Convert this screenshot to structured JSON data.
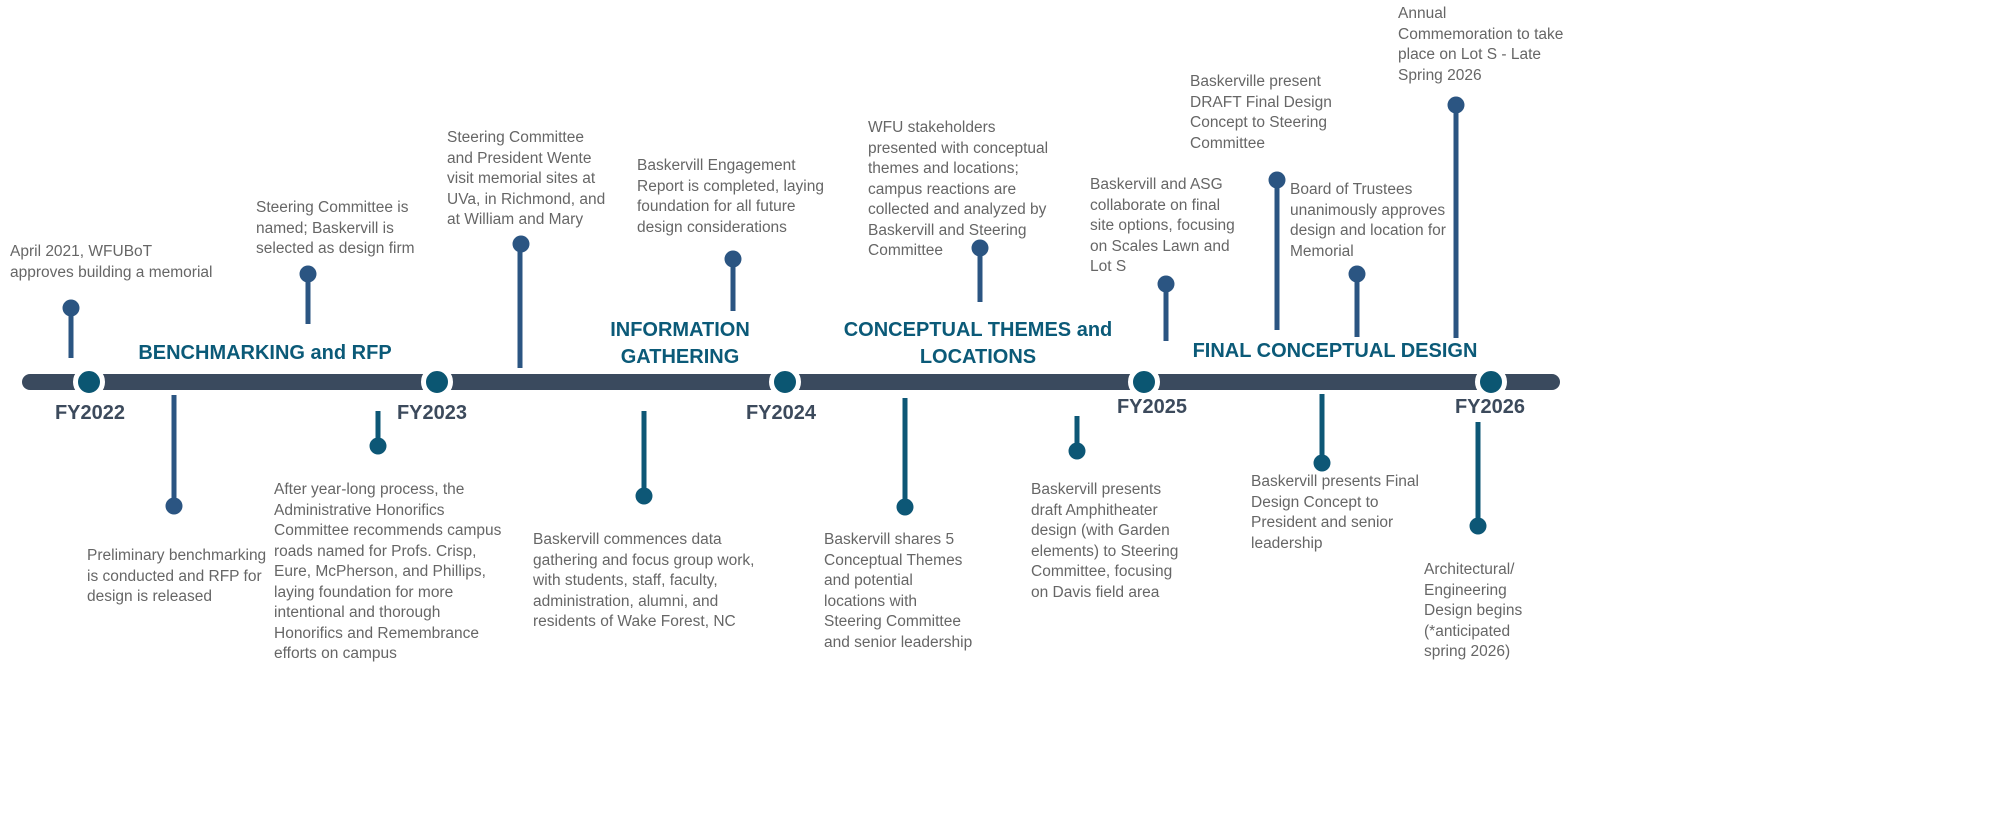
{
  "colors": {
    "bar": "#3a4a5e",
    "phase": "#0b5a78",
    "pin_blue": "#2b5582",
    "pin_teal": "#0d5776",
    "text": "#666666"
  },
  "years": [
    "FY2022",
    "FY2023",
    "FY2024",
    "FY2025",
    "FY2026"
  ],
  "phases": [
    "BENCHMARKING and RFP",
    "INFORMATION\nGATHERING",
    "CONCEPTUAL THEMES and\nLOCATIONS",
    "FINAL CONCEPTUAL DESIGN"
  ],
  "above": [
    "April 2021, WFUBoT\napproves building a memorial",
    "Steering Committee is\nnamed; Baskervill is\nselected as design firm",
    "Steering Committee\nand President Wente\nvisit memorial sites at\nUVa, in Richmond, and\nat William and Mary",
    "Baskervill Engagement\nReport is completed, laying\nfoundation for all future\ndesign considerations",
    "WFU stakeholders\npresented with conceptual\nthemes and locations;\ncampus reactions are\ncollected and analyzed by\nBaskervill and Steering\nCommittee",
    "Baskervill and ASG\ncollaborate on final\nsite options, focusing\non Scales Lawn and\nLot S",
    "Baskerville present\nDRAFT Final Design\nConcept to Steering\nCommittee",
    "Board of Trustees\nunanimously  approves\ndesign and location for\nMemorial",
    "Annual\nCommemoration to take\nplace  on Lot S - Late\nSpring  2026"
  ],
  "below": [
    "Preliminary benchmarking\nis conducted and RFP for\ndesign is released",
    "After year-long process, the\nAdministrative Honorifics\nCommittee recommends campus\nroads named for Profs. Crisp,\nEure, McPherson, and Phillips,\nlaying foundation for more\nintentional and thorough\nHonorifics and Remembrance\nefforts on campus",
    "Baskervill commences data\ngathering and focus group work,\nwith students, staff, faculty,\nadministration, alumni, and\nresidents of Wake Forest, NC",
    "Baskervill shares 5\nConceptual Themes\nand potential\nlocations with\nSteering Committee\nand senior leadership",
    "Baskervill presents\ndraft Amphitheater\ndesign (with Garden\nelements) to Steering\nCommittee, focusing\non Davis field area",
    "Baskervill presents Final\nDesign Concept to\nPresident and senior\nleadership",
    "Architectural/\nEngineering\nDesign begins\n(*anticipated\nspring 2026)"
  ]
}
